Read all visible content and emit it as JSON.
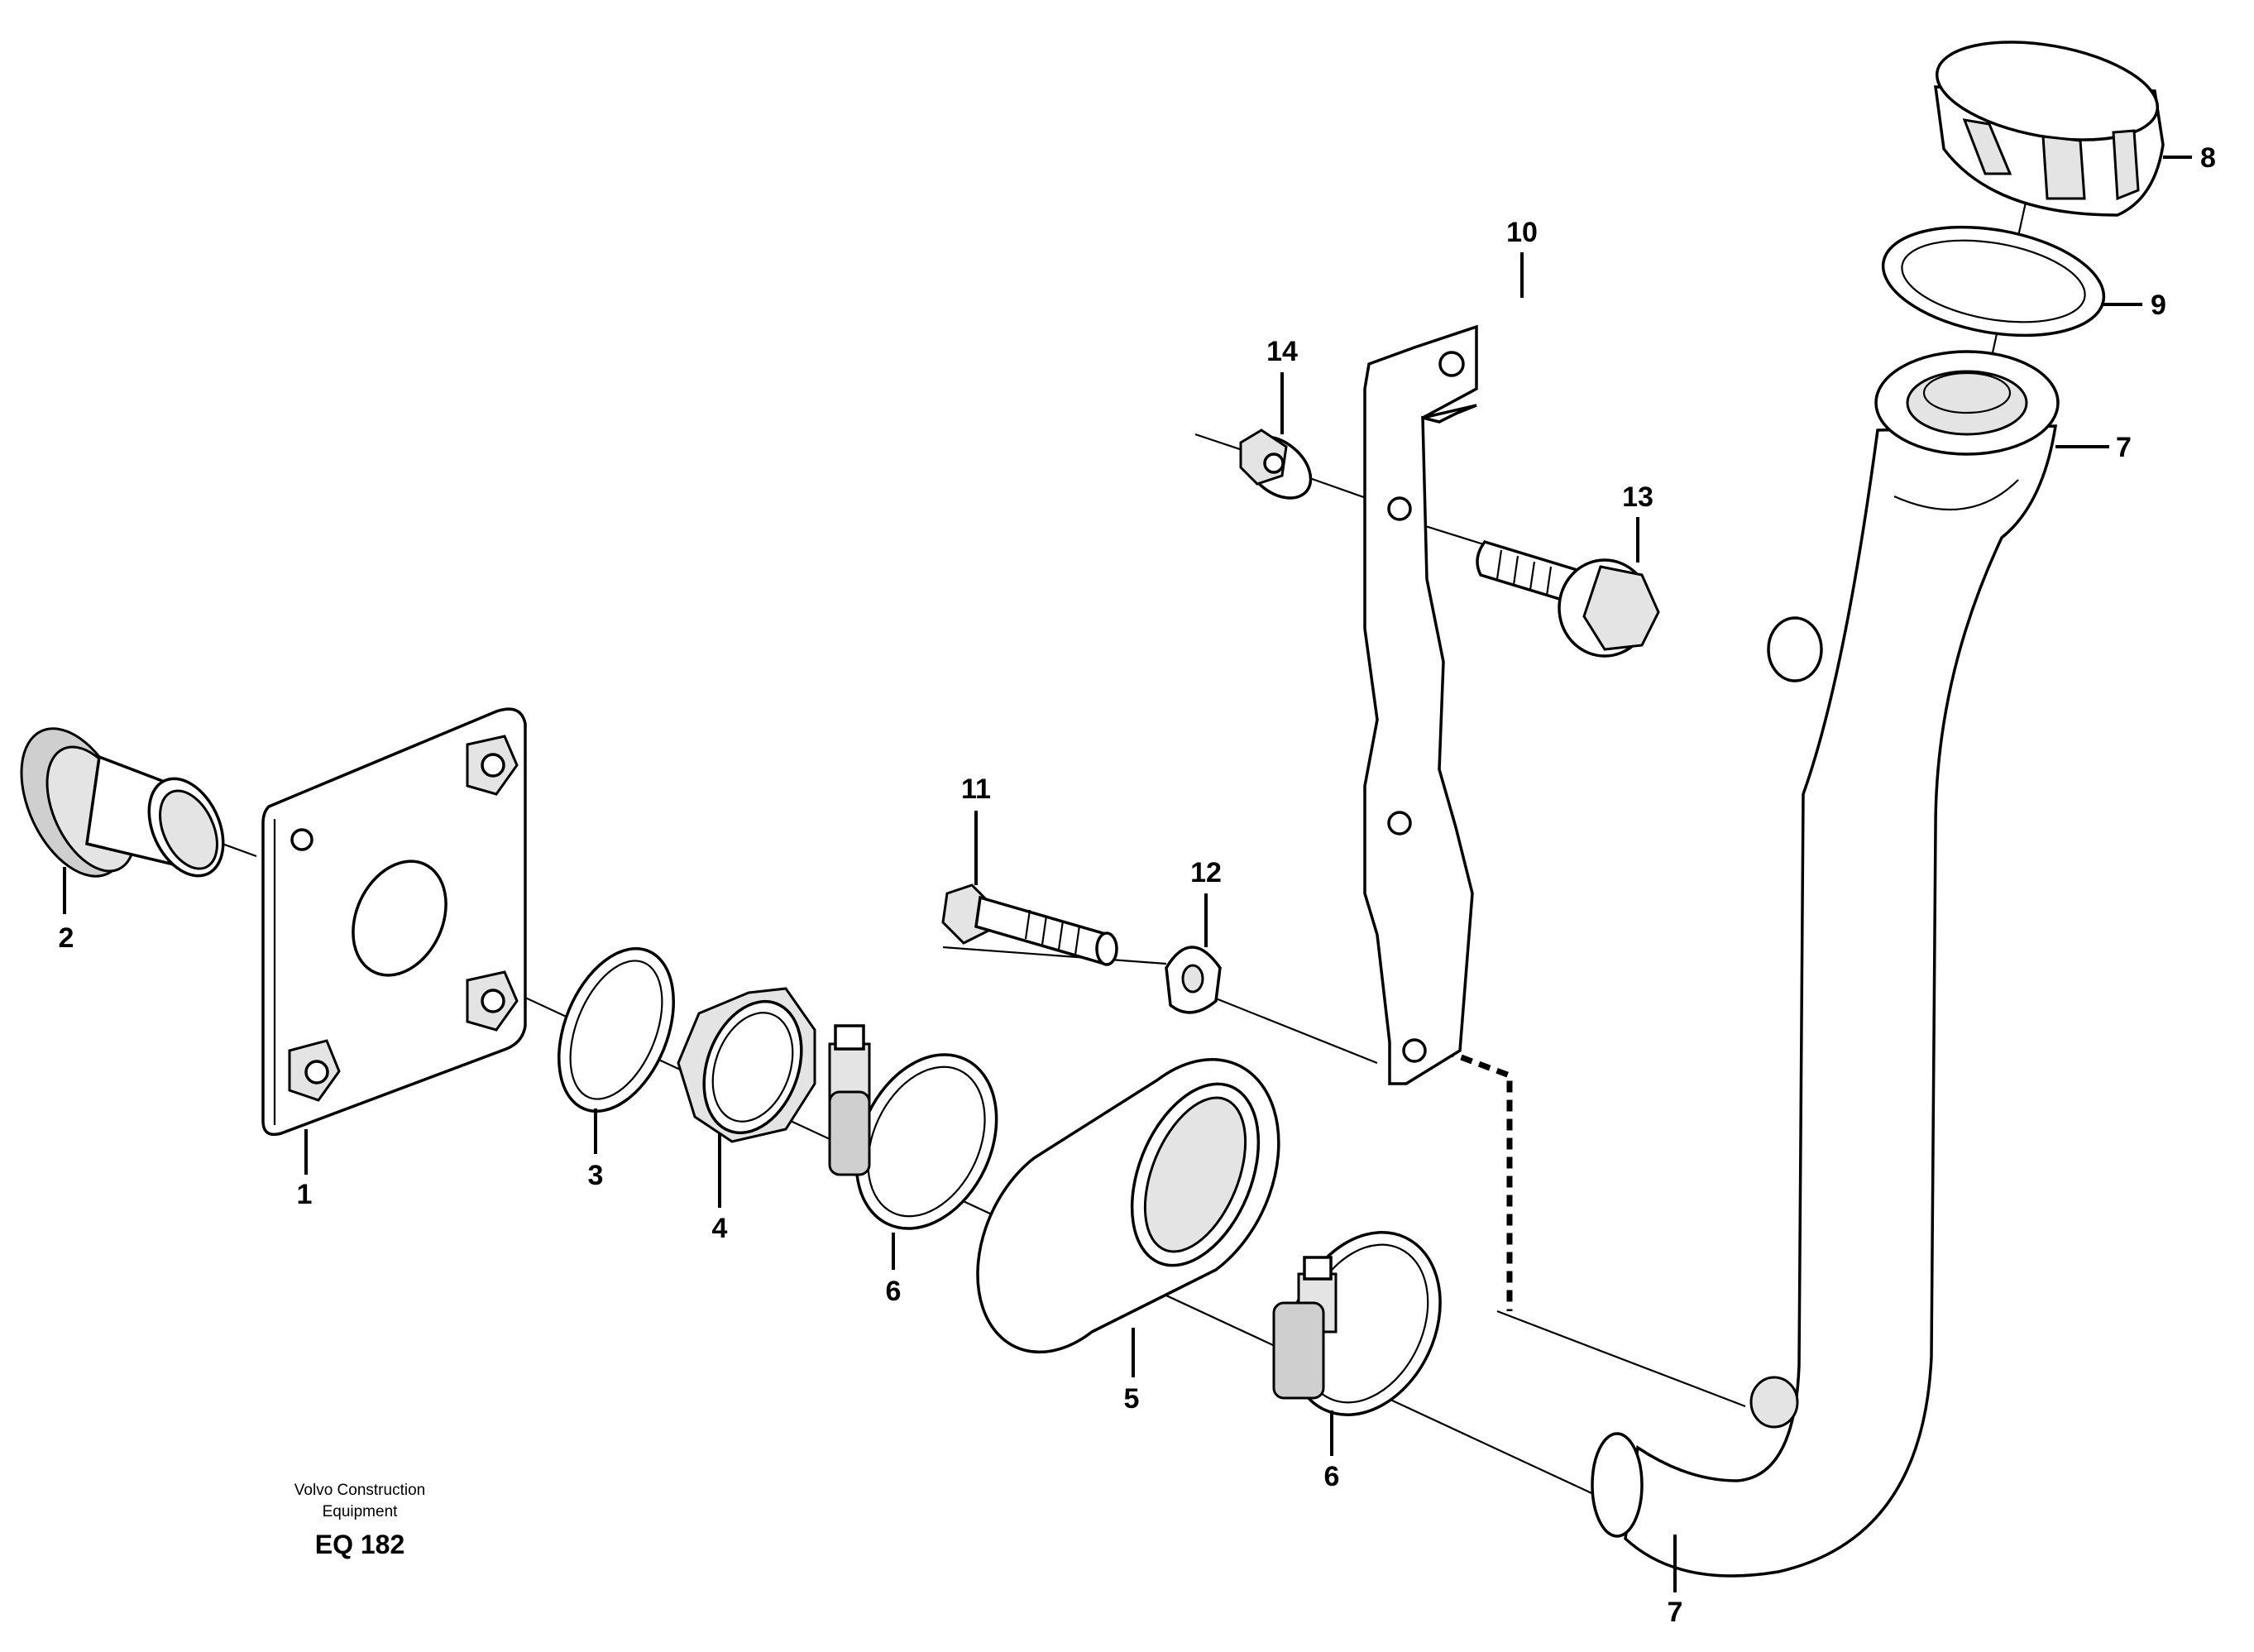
{
  "labels": {
    "p1": "1",
    "p2": "2",
    "p3": "3",
    "p4": "4",
    "p5": "5",
    "p6a": "6",
    "p6b": "6",
    "p7a": "7",
    "p7b": "7",
    "p8": "8",
    "p9": "9",
    "p10": "10",
    "p11": "11",
    "p12": "12",
    "p13": "13",
    "p14": "14"
  },
  "footer": {
    "brand_line1": "Volvo Construction",
    "brand_line2": "Equipment",
    "code": "EQ 182"
  }
}
